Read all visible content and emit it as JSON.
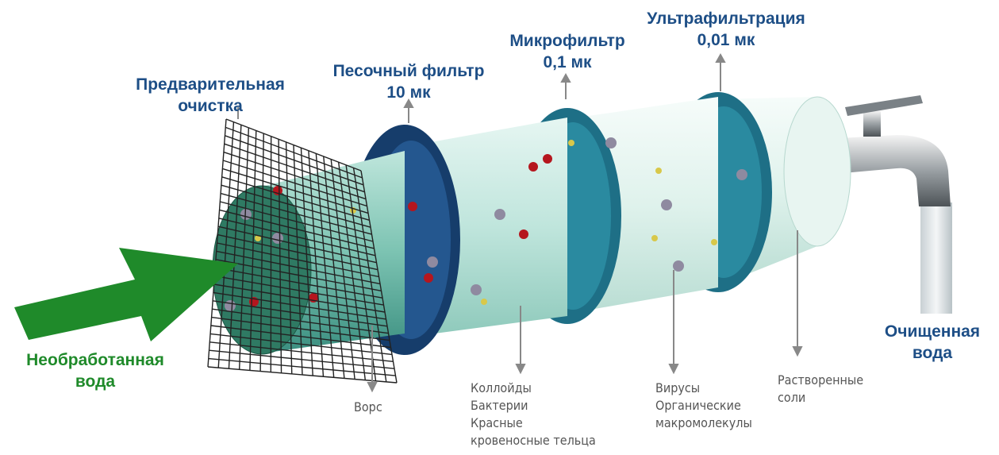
{
  "labels": {
    "pretreatment": [
      "Предварительная",
      "очистка"
    ],
    "sand_filter": [
      "Песочный фильтр",
      "10 мк"
    ],
    "microfilter": [
      "Микрофильтр",
      "0,1 мк"
    ],
    "ultrafiltration": [
      "Ультрафильтрация",
      "0,01 мк"
    ],
    "raw_water": [
      "Необработанная",
      "вода"
    ],
    "clean_water": [
      "Очищенная",
      "вода"
    ]
  },
  "removed": {
    "lint": [
      "Ворс"
    ],
    "sand": [
      "Коллойды",
      "Бактерии",
      "Красные",
      "кровеносные тельца"
    ],
    "micro": [
      "Вирусы",
      "Органические",
      "макромолекулы"
    ],
    "ultra": [
      "Растворенные",
      "соли"
    ]
  },
  "colors": {
    "title_blue": "#1d4e86",
    "arrow_green": "#1f8a2a",
    "ring_dark": "#163d6b",
    "ring_teal": "#1e6f86"
  }
}
